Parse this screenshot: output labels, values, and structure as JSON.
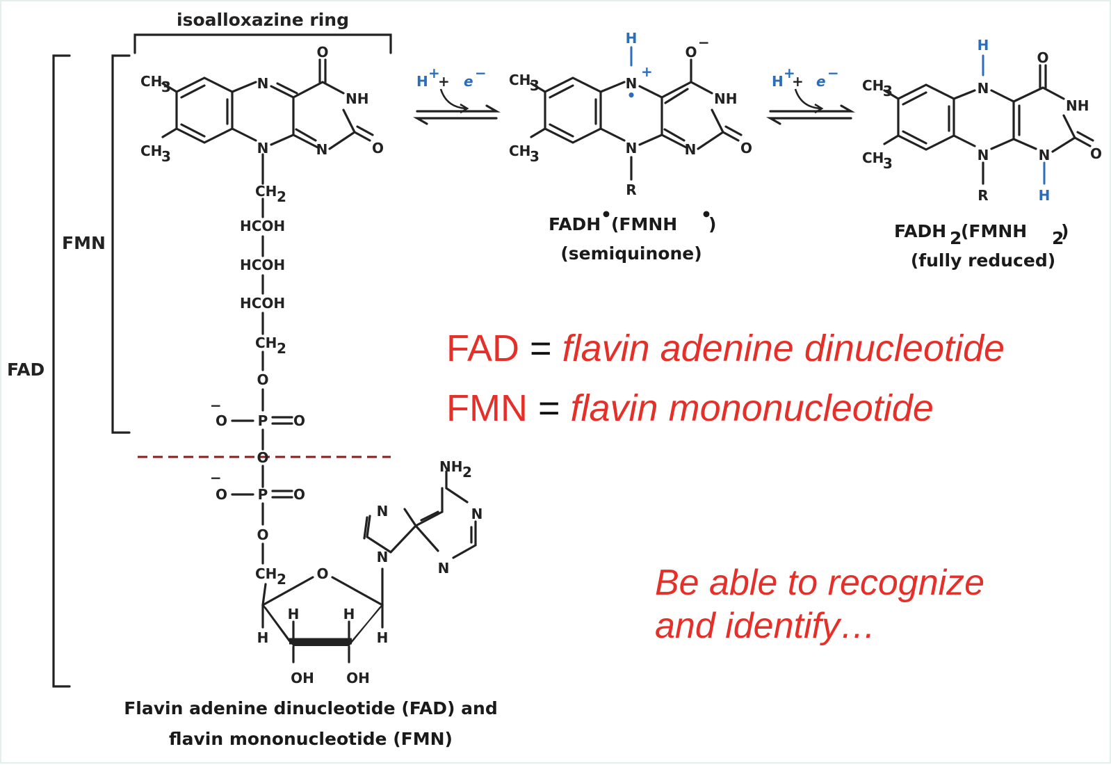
{
  "bracket_labels": {
    "isoalloxazine": "isoalloxazine ring",
    "fmn": "FMN",
    "fad": "FAD"
  },
  "atoms": {
    "N": "N",
    "NH": "NH",
    "O": "O",
    "R": "R",
    "H": "H",
    "OH": "OH",
    "CH3": "CH",
    "sub3": "3",
    "CH2": "CH",
    "sub2": "2",
    "HCOH": "HCOH",
    "P": "P",
    "NH2": "NH",
    "O_minus": "O",
    "minus": "−",
    "plus": "+",
    "dot": "•"
  },
  "reaction": {
    "reagent_h": "H",
    "reagent_plus_sup": "+",
    "reagent_join": " + ",
    "reagent_e": "e",
    "reagent_e_sup": "−"
  },
  "species": {
    "semiquinone_name": "FADH",
    "semiquinone_name2": "(FMNH",
    "semiquinone_close": ")",
    "semiquinone_state": "(semiquinone)",
    "reduced_name": "FADH",
    "reduced_sub": "2",
    "reduced_name2": "(FMNH",
    "reduced_close": ")",
    "reduced_state": "(fully reduced)"
  },
  "caption": {
    "line1": "Flavin adenine dinucleotide (FAD) and",
    "line2": "flavin mononucleotide (FMN)"
  },
  "notes": {
    "fad_abbr": "FAD",
    "equals": " = ",
    "fad_full": "flavin adenine dinucleotide",
    "fmn_abbr": "FMN",
    "fmn_full": "flavin mononucleotide",
    "recognize_line1": "Be able to recognize",
    "recognize_line2": "and identify…"
  },
  "colors": {
    "accent_red": "#e5302a",
    "blue_hydrogen": "#2a6ebb",
    "divider_dashed": "#8b1a1a",
    "ink": "#222222"
  }
}
